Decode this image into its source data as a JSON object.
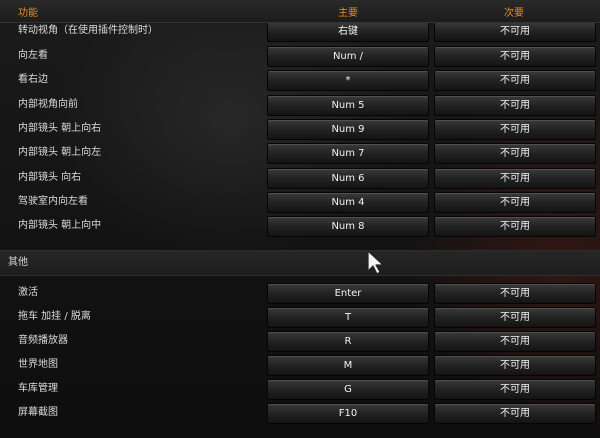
{
  "columns": {
    "function": "功能",
    "primary": "主要",
    "secondary": "次要"
  },
  "camera_rows": [
    {
      "label": "转动视角（在使用插件控制时）",
      "primary": "右键",
      "secondary": "不可用"
    },
    {
      "label": "向左看",
      "primary": "Num /",
      "secondary": "不可用"
    },
    {
      "label": "看右边",
      "primary": "*",
      "secondary": "不可用"
    },
    {
      "label": "内部视角向前",
      "primary": "Num 5",
      "secondary": "不可用"
    },
    {
      "label": "内部镜头 朝上向右",
      "primary": "Num 9",
      "secondary": "不可用"
    },
    {
      "label": "内部镜头 朝上向左",
      "primary": "Num 7",
      "secondary": "不可用"
    },
    {
      "label": "内部镜头 向右",
      "primary": "Num 6",
      "secondary": "不可用"
    },
    {
      "label": "驾驶室内向左看",
      "primary": "Num 4",
      "secondary": "不可用"
    },
    {
      "label": "内部镜头 朝上向中",
      "primary": "Num 8",
      "secondary": "不可用"
    }
  ],
  "section_title": "其他",
  "other_rows": [
    {
      "label": "激活",
      "primary": "Enter",
      "secondary": "不可用"
    },
    {
      "label": "拖车 加挂 / 脱离",
      "primary": "T",
      "secondary": "不可用"
    },
    {
      "label": "音频播放器",
      "primary": "R",
      "secondary": "不可用"
    },
    {
      "label": "世界地图",
      "primary": "M",
      "secondary": "不可用"
    },
    {
      "label": "车库管理",
      "primary": "G",
      "secondary": "不可用"
    },
    {
      "label": "屏幕截图",
      "primary": "F10",
      "secondary": "不可用"
    }
  ]
}
